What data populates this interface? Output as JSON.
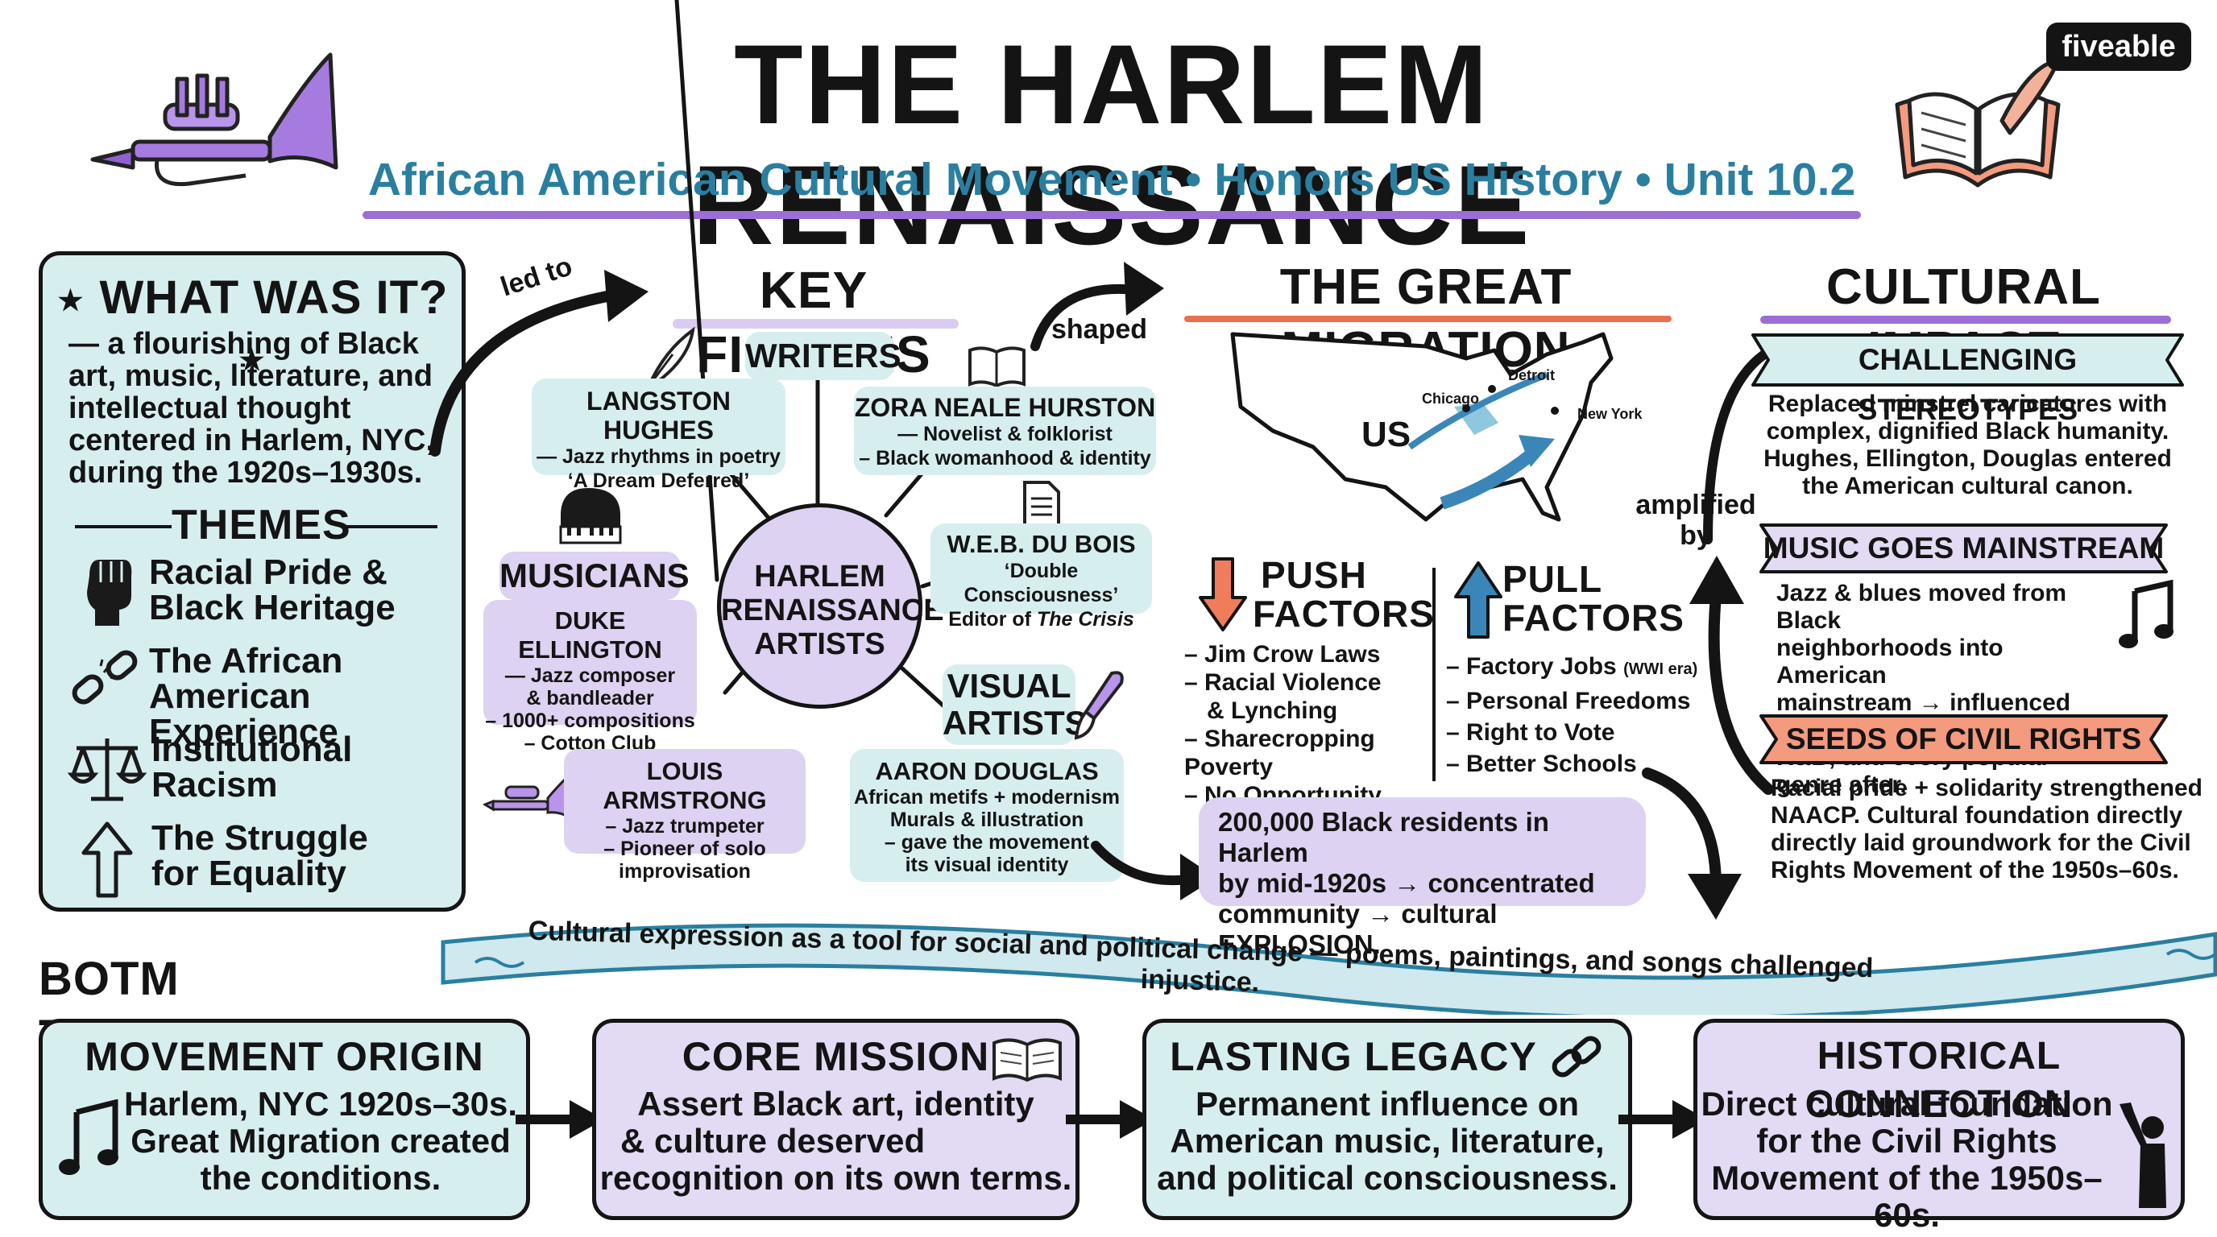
{
  "header": {
    "title": "THE HARLEM RENAISSANCE",
    "subtitle": "African American Cultural Movement • Honors US History • Unit 10.2",
    "brand": "fiveable"
  },
  "what_was_it": {
    "title": "WHAT WAS IT?",
    "desc": [
      "— a flourishing of Black",
      "art, music, literature, and",
      "intellectual thought",
      "centered in Harlem, NYC,",
      "during the 1920s–1930s."
    ],
    "themes_title": "THEMES",
    "themes": [
      {
        "icon": "raised-fist-icon",
        "lines": [
          "Racial Pride &",
          "Black Heritage"
        ]
      },
      {
        "icon": "broken-chain-icon",
        "lines": [
          "The African",
          "American Experience"
        ]
      },
      {
        "icon": "scales-icon",
        "lines": [
          "Institutional",
          "Racism"
        ]
      },
      {
        "icon": "up-arrow-icon",
        "lines": [
          "The Struggle",
          "for Equality"
        ]
      }
    ]
  },
  "connectors": {
    "led_to": "led to",
    "shaped": "shaped",
    "amplified_by": [
      "amplified",
      "by"
    ]
  },
  "key_figures": {
    "title": "KEY FIGURES",
    "center": [
      "HARLEM",
      "RENAISSANCE",
      "ARTISTS"
    ],
    "writers_label": "WRITERS",
    "musicians_label": "MUSICIANS",
    "visual_label": [
      "VISUAL",
      "ARTISTS"
    ],
    "hughes": {
      "name": "LANGSTON HUGHES",
      "lines": [
        "— Jazz rhythms in poetry",
        "‘A Dream Deferred’"
      ]
    },
    "hurston": {
      "name": "ZORA NEALE HURSTON",
      "lines": [
        "— Novelist & folklorist",
        "– Black womanhood & identity"
      ]
    },
    "dubois": {
      "name": "W.E.B. DU BOIS",
      "line1": "‘Double Consciousness’",
      "line2_prefix": "Editor of ",
      "line2_italic": "The Crisis"
    },
    "ellington": {
      "name": "DUKE ELLINGTON",
      "lines": [
        "— Jazz composer",
        "& bandleader",
        "– 1000+ compositions",
        "– Cotton Club"
      ]
    },
    "armstrong": {
      "name": "LOUIS ARMSTRONG",
      "lines": [
        "– Jazz trumpeter",
        "– Pioneer of solo",
        "improvisation"
      ]
    },
    "douglas": {
      "name": "AARON DOUGLAS",
      "lines": [
        "African metifs + modernism",
        "Murals & illustration",
        "– gave the movement",
        "its visual identity"
      ]
    }
  },
  "migration": {
    "title": "THE GREAT MIGRATION",
    "map_labels": {
      "us": "US",
      "chicago": "Chicago",
      "detroit": "Detroit",
      "new_york": "New York"
    },
    "push_title": [
      "PUSH",
      "FACTORS"
    ],
    "push_items": [
      "– Jim Crow Laws",
      "– Racial Violence",
      "& Lynching",
      "– Sharecropping Poverty",
      "– No Opportunity"
    ],
    "pull_title": [
      "PULL",
      "FACTORS"
    ],
    "pull_items": [
      {
        "text": "– Factory Jobs ",
        "note": "(WWI era)"
      },
      {
        "text": "– Personal Freedoms",
        "note": ""
      },
      {
        "text": "– Right to Vote",
        "note": ""
      },
      {
        "text": "– Better Schools",
        "note": ""
      }
    ],
    "harlem_box": [
      "200,000 Black residents in Harlem",
      "by mid-1920s → concentrated",
      "community → cultural EXPLOSION."
    ]
  },
  "cultural_impact": {
    "title": "CULTURAL IMPACT",
    "sections": [
      {
        "heading": "CHALLENGING STEREOTYPES",
        "lines": [
          "Replaced minstrel caricatures with",
          "complex, dignified Black humanity.",
          "Hughes, Ellington, Douglas entered",
          "the American cultural canon."
        ]
      },
      {
        "heading": "MUSIC GOES MAINSTREAM",
        "lines": [
          "Jazz & blues moved from Black",
          "neighborhoods into American",
          "mainstream → influenced rock,",
          "R&B, and every popular genre after."
        ]
      },
      {
        "heading": "SEEDS OF CIVIL RIGHTS",
        "lines": [
          "Racial pride + solidarity strengthened",
          "NAACP. Cultural foundation directly",
          "directly laid groundwork for the Civil",
          "Rights Movement of the 1950s–60s."
        ]
      }
    ]
  },
  "banner": "Cultural expression as a tool for social and political change — poems, paintings, and songs challenged injustice.",
  "takeaways": {
    "title": "BOTM TAKEAWAYS",
    "cards": [
      {
        "title": "MOVEMENT ORIGIN",
        "lines": [
          "Harlem, NYC 1920s–30s.",
          "Great Migration created",
          "the conditions."
        ]
      },
      {
        "title": "CORE MISSION",
        "lines": [
          "Assert Black art, identity",
          "& culture deserved",
          "recognition on its own terms."
        ]
      },
      {
        "title": "LASTING LEGACY",
        "lines": [
          "Permanent influence on",
          "American music, literature,",
          "and political consciousness."
        ]
      },
      {
        "title": "HISTORICAL CONNECTION",
        "lines": [
          "Direct cultural foundation",
          "for the Civil Rights",
          "Movement of the 1950s–60s."
        ]
      }
    ]
  },
  "colors": {
    "teal": "#d7eeef",
    "lavender": "#e3daf3",
    "purple": "#9b6fd6",
    "subtitle_blue": "#2a7fa0",
    "coral": "#e8704f",
    "blue_arrow": "#3a86b8"
  }
}
